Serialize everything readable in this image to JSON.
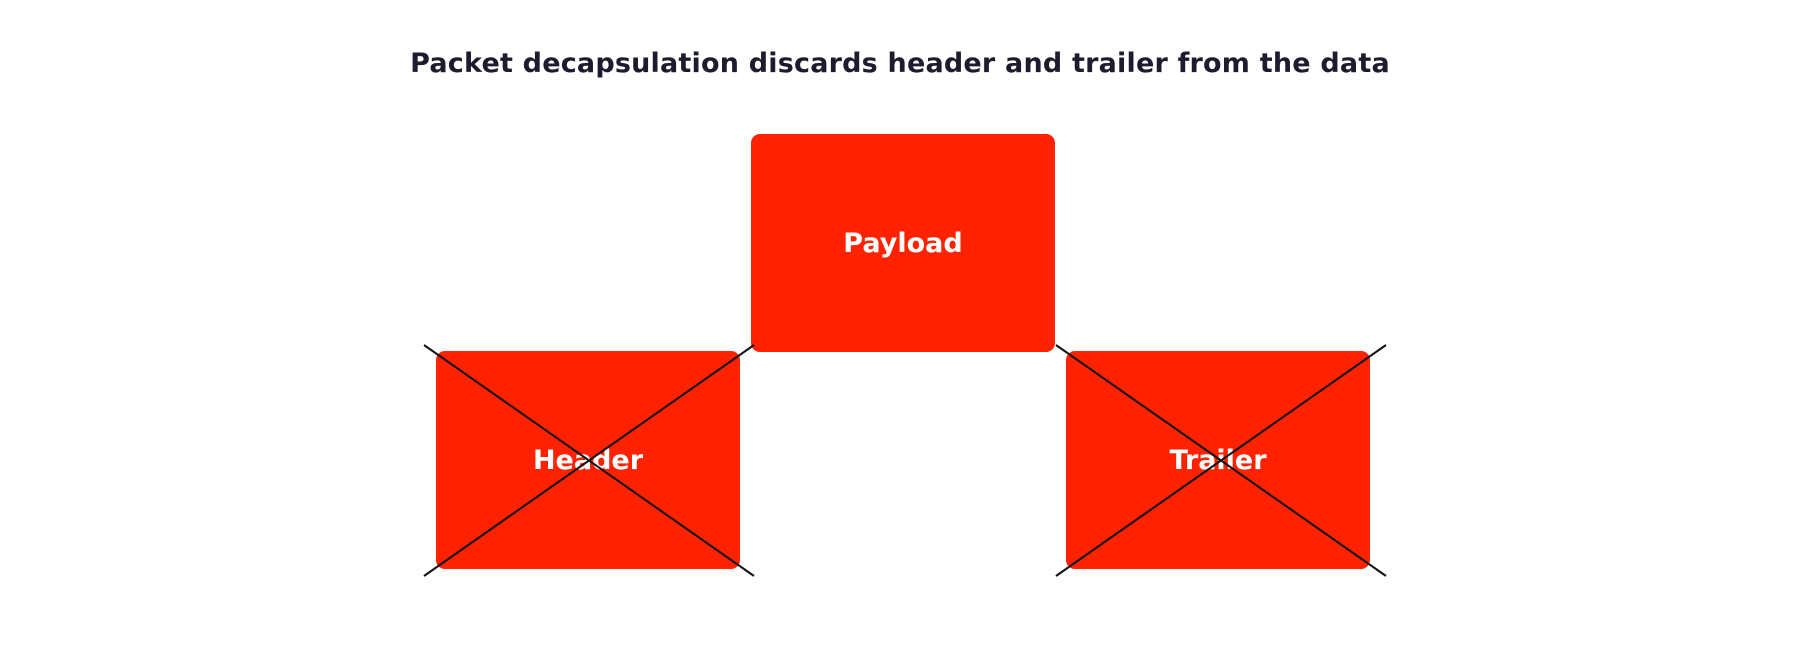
{
  "diagram": {
    "title": "Packet decapsulation discards header and trailer from the data",
    "block_color": "#ff2200",
    "cross_color": "#111111",
    "blocks": {
      "payload": {
        "label": "Payload",
        "discarded": false
      },
      "header": {
        "label": "Header",
        "discarded": true
      },
      "trailer": {
        "label": "Trailer",
        "discarded": true
      }
    }
  }
}
